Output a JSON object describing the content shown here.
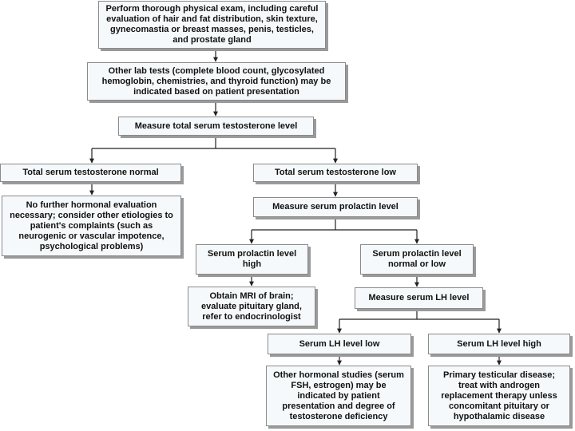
{
  "colors": {
    "box_fill": "#f6f9fb",
    "box_border": "#8a8a8a",
    "box_shadow": "#9a9a9a",
    "line": "#222222",
    "text": "#111111"
  },
  "nodes": {
    "physical_exam": "Perform thorough physical exam, including careful evaluation of hair and fat distribution, skin texture, gynecomastia or breast masses, penis, testicles, and prostate gland",
    "other_lab_tests": "Other lab tests (complete blood count, glycosylated hemoglobin, chemistries, and thyroid function) may be indicated based on patient presentation",
    "measure_testosterone": "Measure total serum testosterone level",
    "testosterone_normal": "Total serum testosterone normal",
    "testosterone_low": "Total serum testosterone low",
    "no_further_evaluation": "No further hormonal evaluation necessary; consider other etiologies to patient's complaints (such as neurogenic or vascular impotence, psychological problems)",
    "measure_prolactin": "Measure serum prolactin level",
    "prolactin_high": "Serum prolactin level high",
    "prolactin_normal_low": "Serum prolactin level normal or low",
    "obtain_mri": "Obtain MRI of brain; evaluate pituitary gland, refer to endocrinologist",
    "measure_lh": "Measure serum LH level",
    "lh_low": "Serum LH level low",
    "lh_high": "Serum LH level high",
    "other_hormonal_studies": "Other hormonal studies (serum FSH, estrogen) may be indicated by patient presentation and degree of testosterone deficiency",
    "primary_testicular": "Primary testicular disease; treat with androgen replacement therapy unless concomitant pituitary or hypothalamic disease"
  }
}
